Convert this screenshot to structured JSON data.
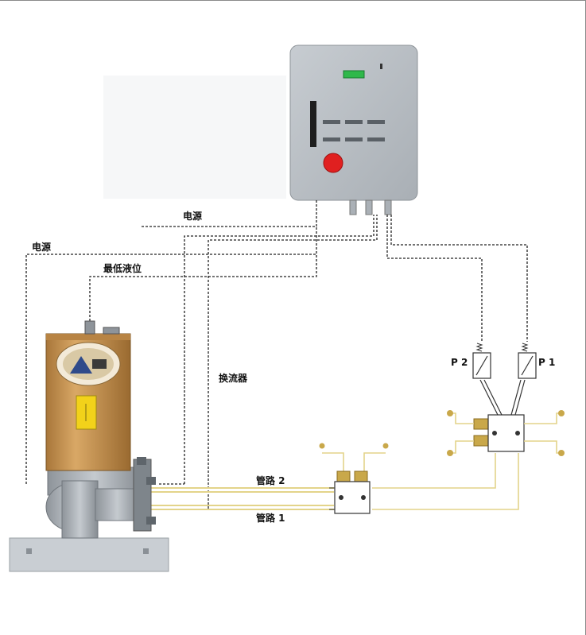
{
  "labels": {
    "power_1": "电源",
    "power_2": "电源",
    "min_level": "最低液位",
    "reverser": "换流器",
    "line_2": "管路 2",
    "line_1": "管路 1",
    "p2": "P 2",
    "p1": "P 1"
  },
  "components": {
    "control_box": "control-cabinet-icon",
    "pump": "lubrication-pump-icon",
    "pressure_switch": "pressure-switch-icon",
    "distributor": "distributor-valve-icon",
    "lube_point": "lube-point-icon"
  },
  "colors": {
    "cabinet": "#b9bfc5",
    "indicator": "#2fb84a",
    "stop_button": "#e02020",
    "reservoir": "#c8924e",
    "pipe": "#e3d48a",
    "fitting": "#c9a84a",
    "wire": "#222222"
  }
}
